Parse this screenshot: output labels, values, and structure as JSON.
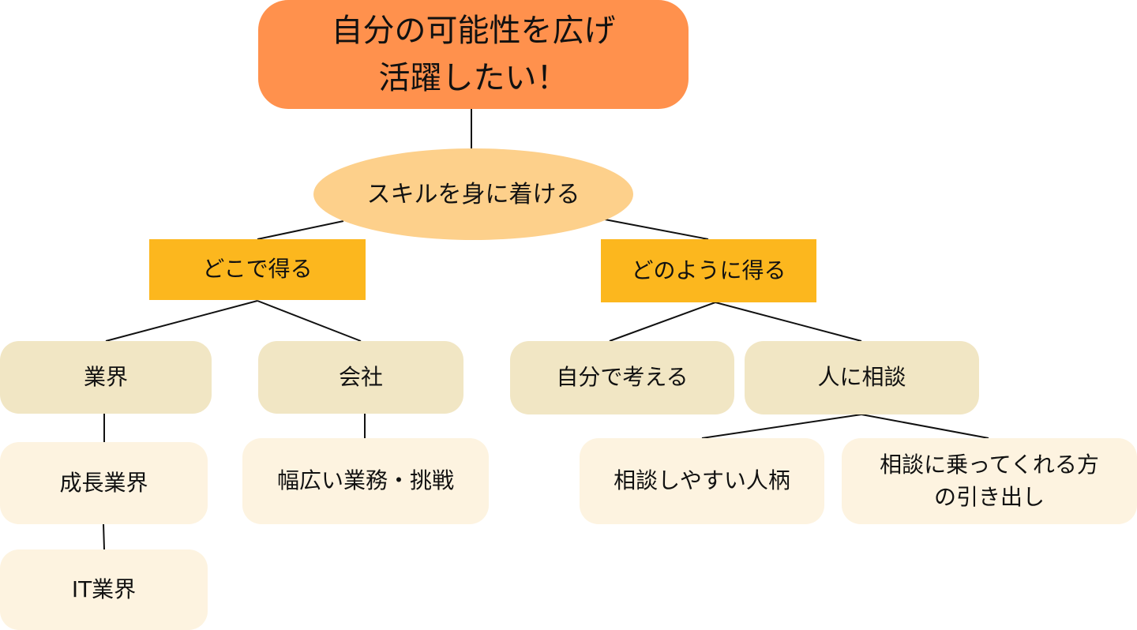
{
  "diagram": {
    "colors": {
      "root": "#ff914d",
      "goal": "#fdd08b",
      "category": "#fcb71e",
      "level2": "#f1e6c4",
      "level3": "#fdf3e0",
      "line": "#111111"
    },
    "root": {
      "line1": "自分の可能性を広げ",
      "line2": "活躍したい！"
    },
    "goal": {
      "label": "スキルを身に着ける"
    },
    "categories": [
      {
        "label": "どこで得る"
      },
      {
        "label": "どのように得る"
      }
    ],
    "where": {
      "industry": "業界",
      "company": "会社",
      "growth_industry": "成長業界",
      "it_industry": "IT業界",
      "wide_tasks": "幅広い業務・挑戦"
    },
    "how": {
      "think_self": "自分で考える",
      "consult": "人に相談",
      "approachable": "相談しやすい人柄",
      "draw_out_line1": "相談に乗ってくれる方",
      "draw_out_line2": "の引き出し"
    }
  }
}
